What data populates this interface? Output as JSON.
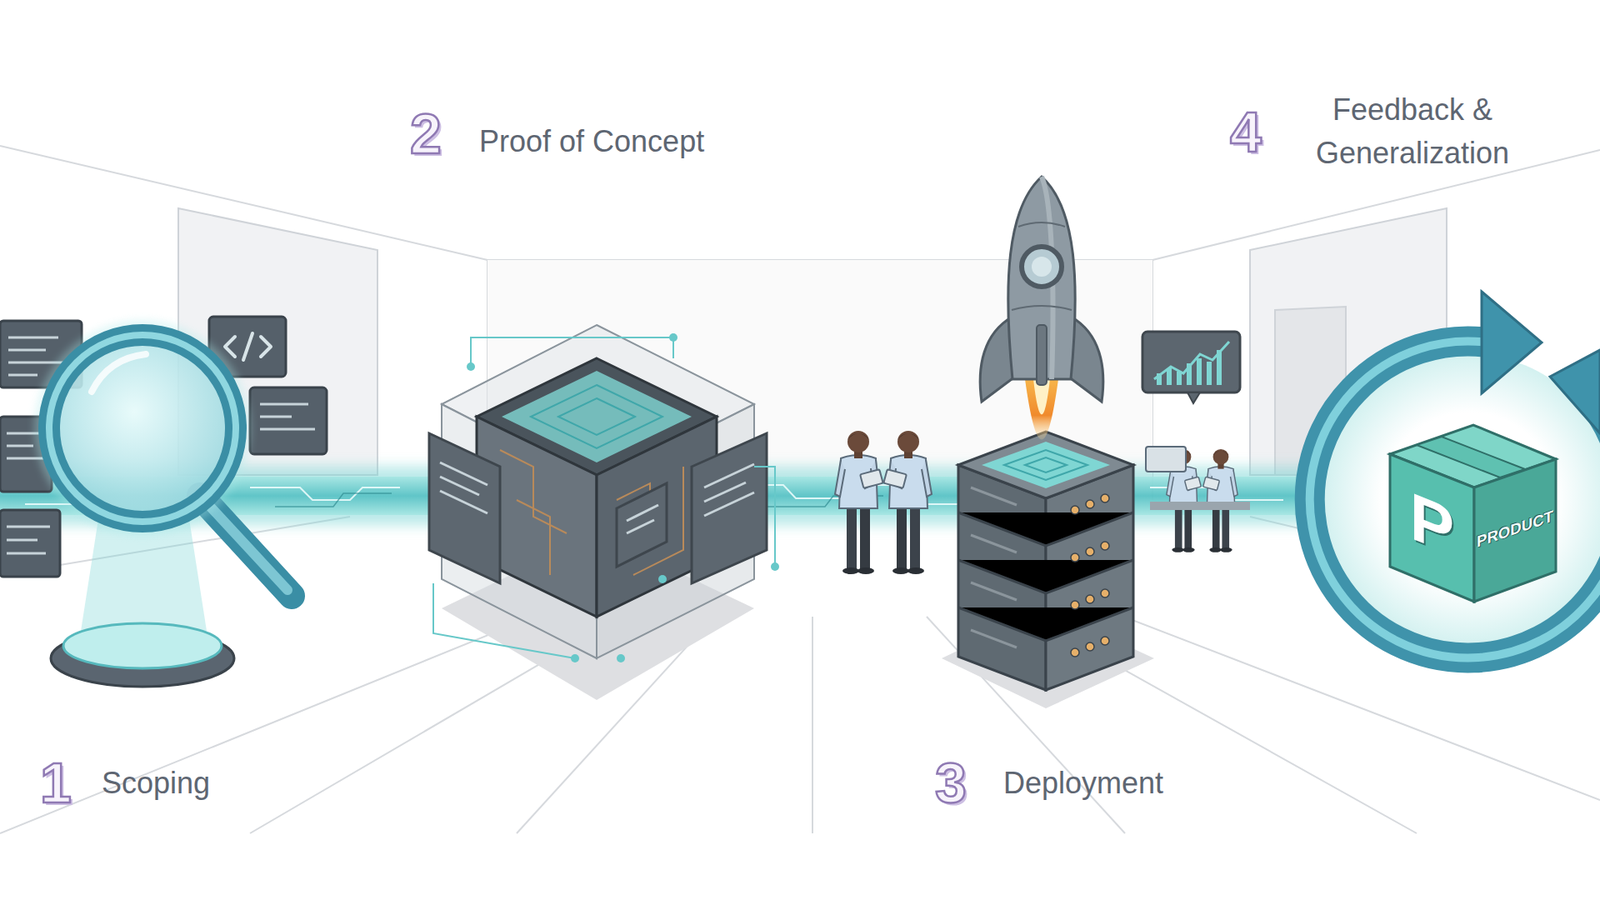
{
  "diagram": {
    "nodes": [
      {
        "text": [
          "P",
          "PRODUCT"
        ]
      }
    ],
    "labels": [
      "1",
      "Scoping",
      "2",
      "Proof of Concept",
      "3",
      "Deployment",
      "4",
      "Feedback & Generalization"
    ]
  }
}
